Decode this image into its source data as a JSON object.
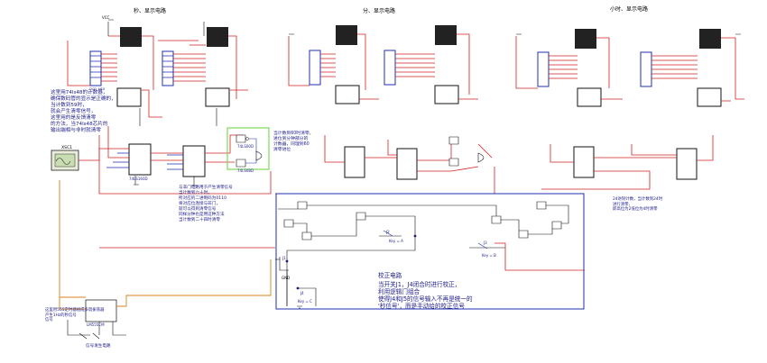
{
  "sections": {
    "seconds_title": "秒、显示电路",
    "minutes_title": "分、显示电路",
    "hours_title": "小时、显示电路"
  },
  "notes": {
    "counter_note": "这里用74ls48的计数器，\n确保数码管的显示是正确的，\n当计数到59时，\n就会产生清零信号，\n这里用的是反馈清零\n的方法，当74ls48芯片的\n输出端相与非时就清零",
    "clear_note": "当计数到60时清零，\n进位到分钟部分的\n计数器，同理到60\n清零进位",
    "gate_note": "与非门电路用于产生清零信号\n当计数到六十时，\n所对应的二进制码为0110\n将对应位连接与非门，\n就可以得到清零信号\n同样分钟也是用这种方法\n当计数到二十四时清零",
    "calib_title": "校正电路",
    "calib_body": "当开关J1，J4闭合时进行校正，\n利用逻辑门组合\n使得J4和J5的信号输入不再是统一的\n'秒信号'，而是手动给的校正信号",
    "pulse_note": "这里用555定时器组成多谐振荡器\n产生1Hz的秒信号\n信号",
    "osc_label": "信号发生电路",
    "hour_note": "24进制计数，当计数到24时\n进行清零，\n即高位为2低位为4时清零"
  },
  "labels": {
    "vcc": "VCC",
    "gnd": "GND",
    "xsc1": "XSC1",
    "u_seconds": "74LS160D",
    "u_nand": "74LS00D",
    "u_and": "74LS08D",
    "u_555": "LM555CM",
    "key_a": "Key = A",
    "key_b": "Key = B",
    "key_c": "Key = C",
    "j1": "J1",
    "j2": "J2",
    "j3": "J3",
    "j4": "J4",
    "seg": "DCD_HEX"
  },
  "colors": {
    "wire_red": "#d42020",
    "wire_blue": "#1f2fb0",
    "wire_dark": "#111111",
    "highlight_green": "#7ed957",
    "orange": "#d8801c"
  }
}
